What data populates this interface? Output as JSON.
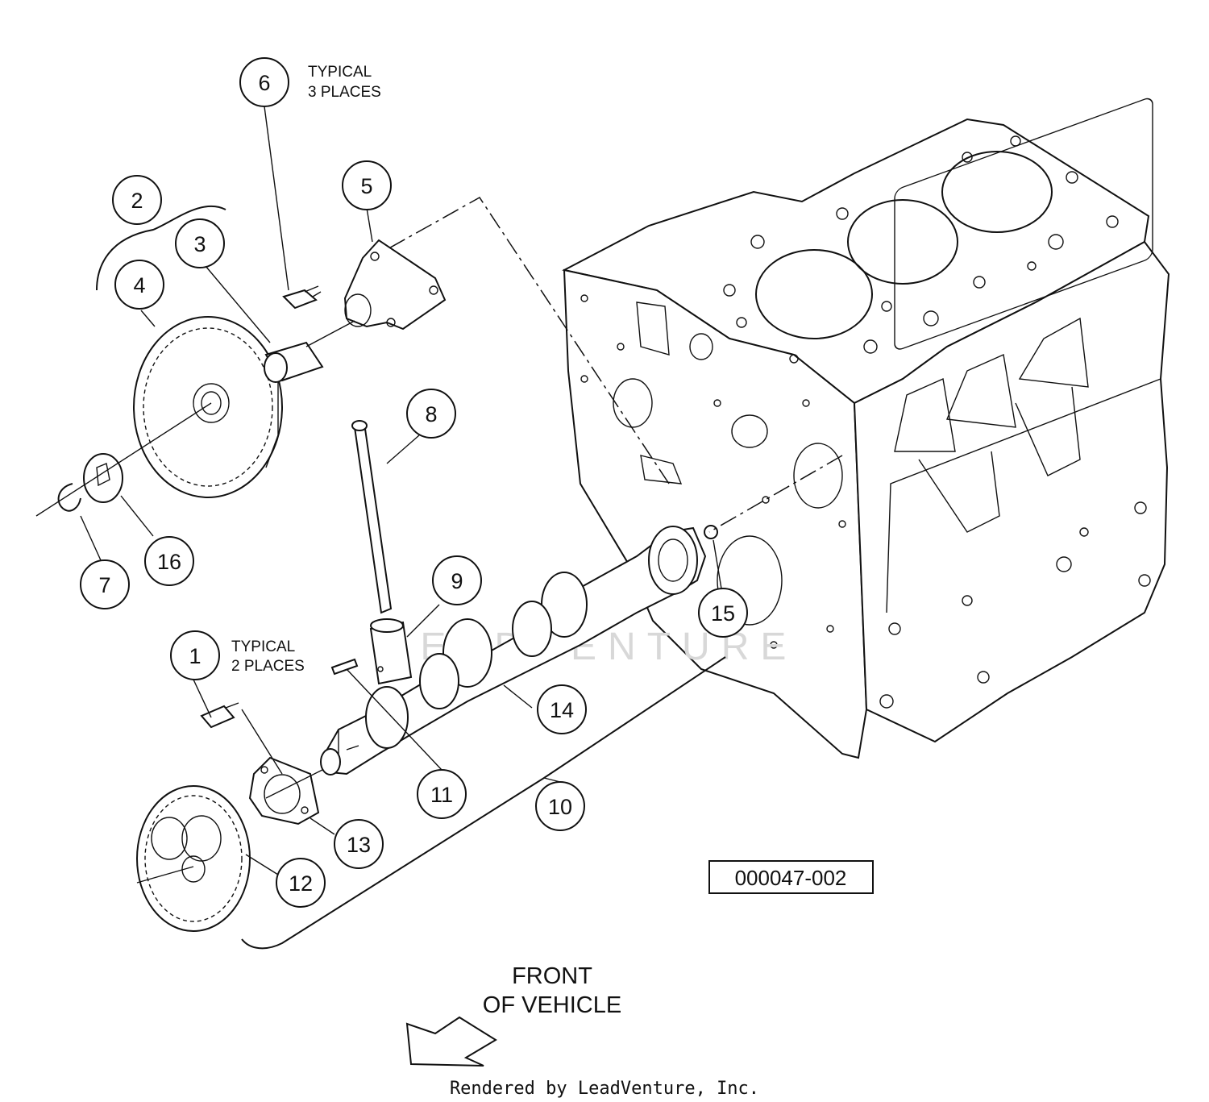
{
  "diagram": {
    "reference_number": "000047-002",
    "direction_label_line1": "FRONT",
    "direction_label_line2": "OF VEHICLE",
    "footer": "Rendered by LeadVenture, Inc.",
    "watermark": "LEADVENTURE",
    "notes": {
      "typical_3_line1": "TYPICAL",
      "typical_3_line2": "3 PLACES",
      "typical_2_line1": "TYPICAL",
      "typical_2_line2": "2 PLACES"
    },
    "callouts": {
      "c1": "1",
      "c2": "2",
      "c3": "3",
      "c4": "4",
      "c5": "5",
      "c6": "6",
      "c7": "7",
      "c8": "8",
      "c9": "9",
      "c10": "10",
      "c11": "11",
      "c12": "12",
      "c13": "13",
      "c14": "14",
      "c15": "15",
      "c16": "16"
    }
  }
}
